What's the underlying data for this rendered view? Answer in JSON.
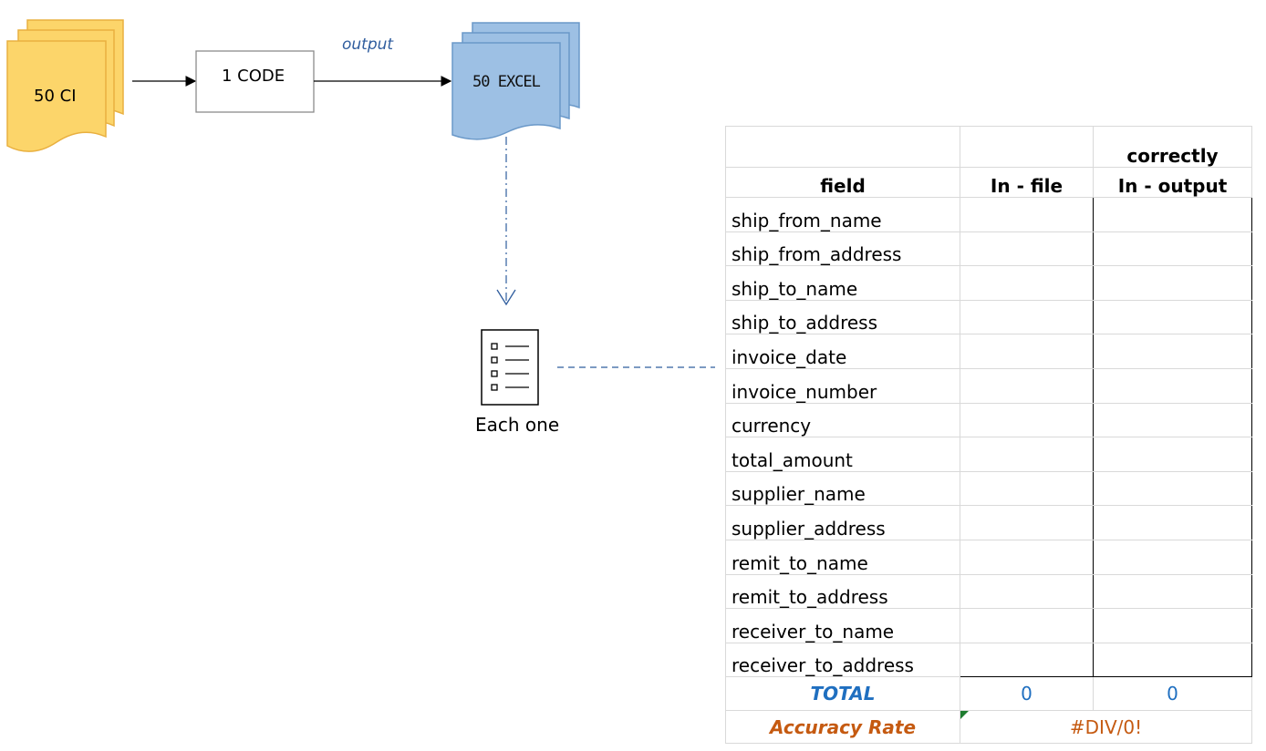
{
  "flow": {
    "input_label": "50 CI",
    "code_label": "1 CODE",
    "output_edge_label": "output",
    "excel_label": "50 EXCEL",
    "checklist_label": "Each one",
    "colors": {
      "input_fill": "#fcd56a",
      "input_stroke": "#e9b040",
      "excel_fill": "#9dc0e4",
      "excel_stroke": "#6a98c8",
      "connector": "#2f5d9e"
    },
    "icons": [
      "document-stack-icon",
      "checklist-icon"
    ]
  },
  "table": {
    "header": {
      "field": "field",
      "in_file": "In - file",
      "in_output_top": "correctly",
      "in_output": "In - output"
    },
    "fields": [
      "ship_from_name",
      "ship_from_address",
      "ship_to_name",
      "ship_to_address",
      "invoice_date",
      "invoice_number",
      "currency",
      "total_amount",
      "supplier_name",
      "supplier_address",
      "remit_to_name",
      "remit_to_address",
      "receiver_to_name",
      "receiver_to_address"
    ],
    "total": {
      "label": "TOTAL",
      "in_file": "0",
      "in_output": "0"
    },
    "accuracy": {
      "label": "Accuracy Rate",
      "value": "#DIV/0!"
    },
    "colors": {
      "total": "#1f6fc0",
      "accuracy": "#c55a11",
      "error_marker": "#1e7c2f"
    }
  }
}
